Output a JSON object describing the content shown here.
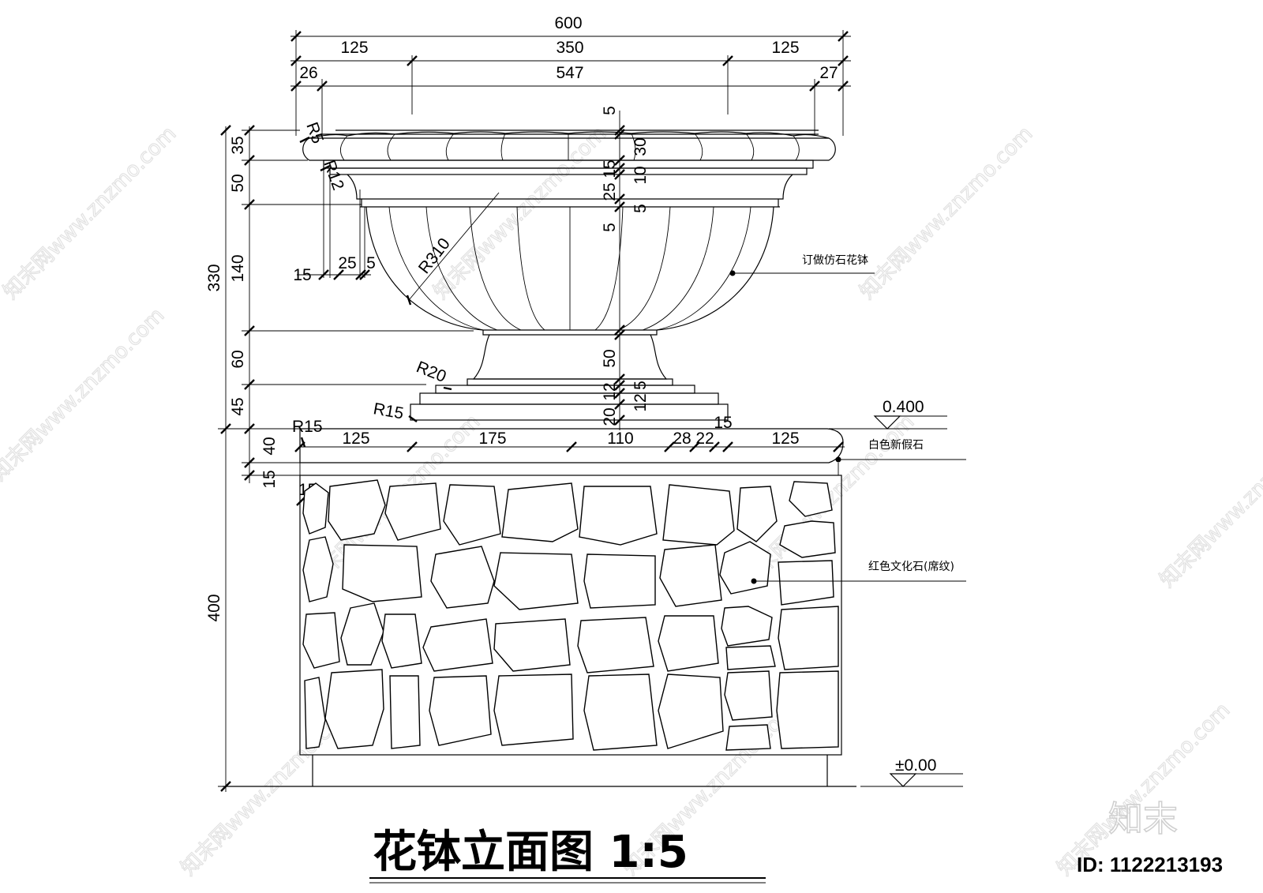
{
  "top_dims": {
    "overall": "600",
    "left_seg": "125",
    "mid_seg": "350",
    "right_seg": "125",
    "lip_left": "26",
    "lip_mid": "547",
    "lip_right": "27"
  },
  "left_dims": {
    "total_upper": "330",
    "d35": "35",
    "d50": "50",
    "d140": "140",
    "d60": "60",
    "d45": "45",
    "d40": "40",
    "d15": "15",
    "d400": "400"
  },
  "inner_dims": {
    "d15": "15",
    "d25": "25",
    "d5": "5"
  },
  "radii": {
    "r5": "R5",
    "r12": "R12",
    "r310": "R310",
    "r20": "R20",
    "r15a": "R15",
    "r15b": "R15",
    "r15c": "15"
  },
  "center_dims": {
    "c5a": "5",
    "c30": "30",
    "c15": "15",
    "c10": "10",
    "c25": "25",
    "c5b": "5",
    "c5c": "5",
    "c50": "50",
    "c12a": "12",
    "c5d": "5",
    "c12b": "12",
    "c20": "20",
    "c15b": "15"
  },
  "slab_dims": {
    "s125a": "125",
    "s175": "175",
    "s110": "110",
    "s28": "28",
    "s22": "22",
    "s125b": "125"
  },
  "levels": {
    "top": "0.400",
    "ground": "±0.00"
  },
  "annotations": {
    "bowl": "订做仿石花钵",
    "slab": "白色新假石",
    "base": "红色文化石(席纹)"
  },
  "title": "花钵立面图  1:5",
  "brand_mark": "知末",
  "id_label": "ID: 1122213193",
  "watermark": "知末网www.znzmo.com"
}
